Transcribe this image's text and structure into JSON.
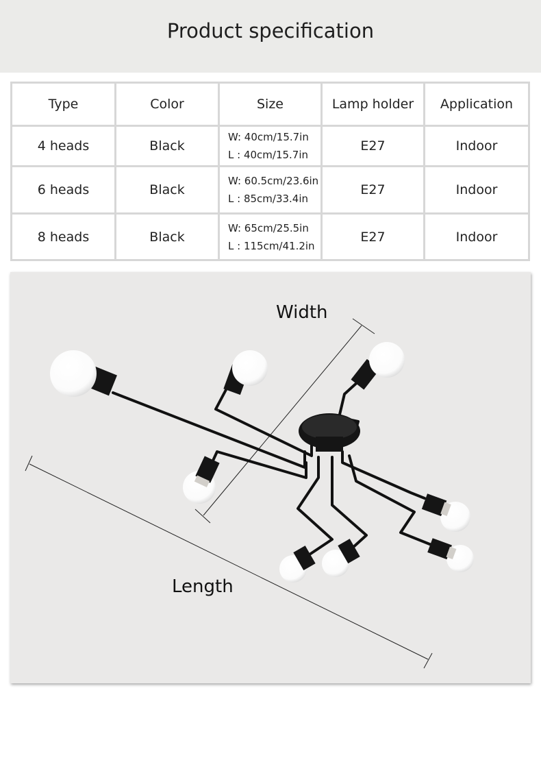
{
  "header": {
    "title": "Product specification"
  },
  "table": {
    "columns": [
      "Type",
      "Color",
      "Size",
      "Lamp holder",
      "Application"
    ],
    "rows": [
      {
        "type": "4 heads",
        "color": "Black",
        "width": "W: 40cm/15.7in",
        "length": "L : 40cm/15.7in",
        "holder": "E27",
        "application": "Indoor"
      },
      {
        "type": "6 heads",
        "color": "Black",
        "width": "W: 60.5cm/23.6in",
        "length": "L : 85cm/33.4in",
        "holder": "E27",
        "application": "Indoor"
      },
      {
        "type": "8 heads",
        "color": "Black",
        "width": "W: 65cm/25.5in",
        "length": "L : 115cm/41.2in",
        "holder": "E27",
        "application": "Indoor"
      }
    ]
  },
  "diagram": {
    "width_label": "Width",
    "length_label": "Length",
    "icon": "ceiling-lamp-illustration",
    "colors": {
      "background": "#eae9e8",
      "metal": "#111111",
      "bulb": "#ffffff"
    }
  }
}
